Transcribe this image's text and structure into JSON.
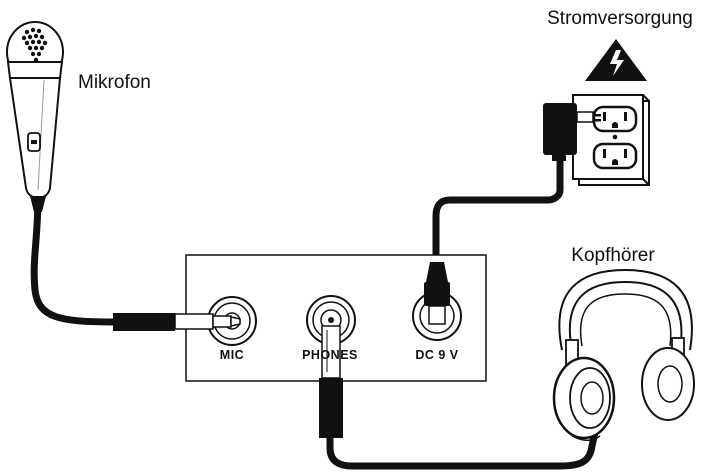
{
  "labels": {
    "microphone": "Mikrofon",
    "power_supply": "Stromversorgung",
    "headphones": "Kopfhörer",
    "mic_jack": "MIC",
    "phones_jack": "PHONES",
    "dc_jack": "DC 9 V"
  },
  "icons": {
    "warning": "high-voltage-warning-icon",
    "microphone": "microphone-icon",
    "adapter": "power-adapter-icon",
    "outlet": "wall-outlet-icon",
    "headphones": "headphones-icon"
  }
}
